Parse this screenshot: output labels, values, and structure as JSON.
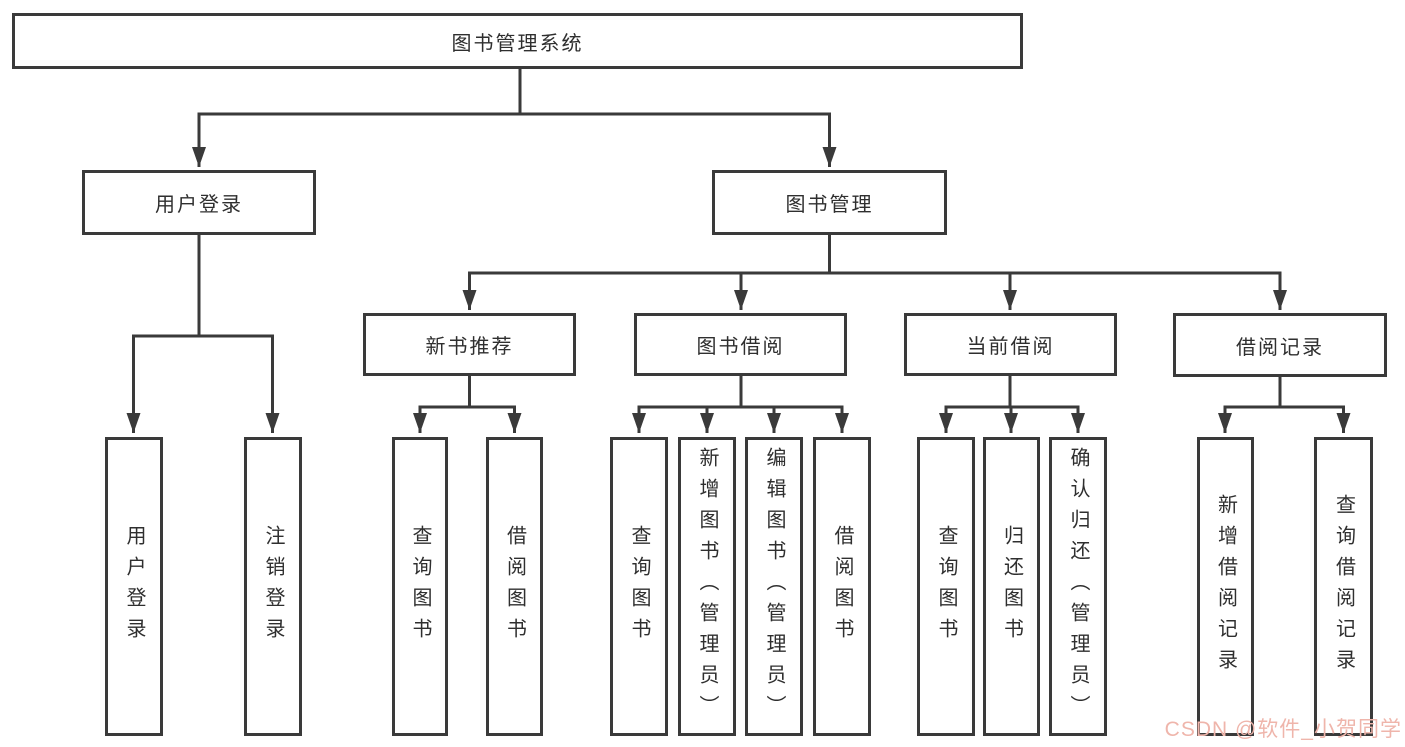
{
  "tree": {
    "label": "图书管理系统",
    "children": [
      {
        "label": "用户登录",
        "children": [
          {
            "label": "用户登录"
          },
          {
            "label": "注销登录"
          }
        ]
      },
      {
        "label": "图书管理",
        "children": [
          {
            "label": "新书推荐",
            "children": [
              {
                "label": "查询图书"
              },
              {
                "label": "借阅图书"
              }
            ]
          },
          {
            "label": "图书借阅",
            "children": [
              {
                "label": "查询图书"
              },
              {
                "label": "新增图书（管理员）"
              },
              {
                "label": "编辑图书（管理员）"
              },
              {
                "label": "借阅图书"
              }
            ]
          },
          {
            "label": "当前借阅",
            "children": [
              {
                "label": "查询图书"
              },
              {
                "label": "归还图书"
              },
              {
                "label": "确认归还（管理员）"
              }
            ]
          },
          {
            "label": "借阅记录",
            "children": [
              {
                "label": "新增借阅记录"
              },
              {
                "label": "查询借阅记录"
              }
            ]
          }
        ]
      }
    ]
  },
  "watermark": {
    "text": "CSDN @软件_小贺同学"
  },
  "colors": {
    "line": "#3a3a3a",
    "text": "#2f2f2f",
    "watermark": "#efb5ab",
    "background": "#ffffff"
  }
}
